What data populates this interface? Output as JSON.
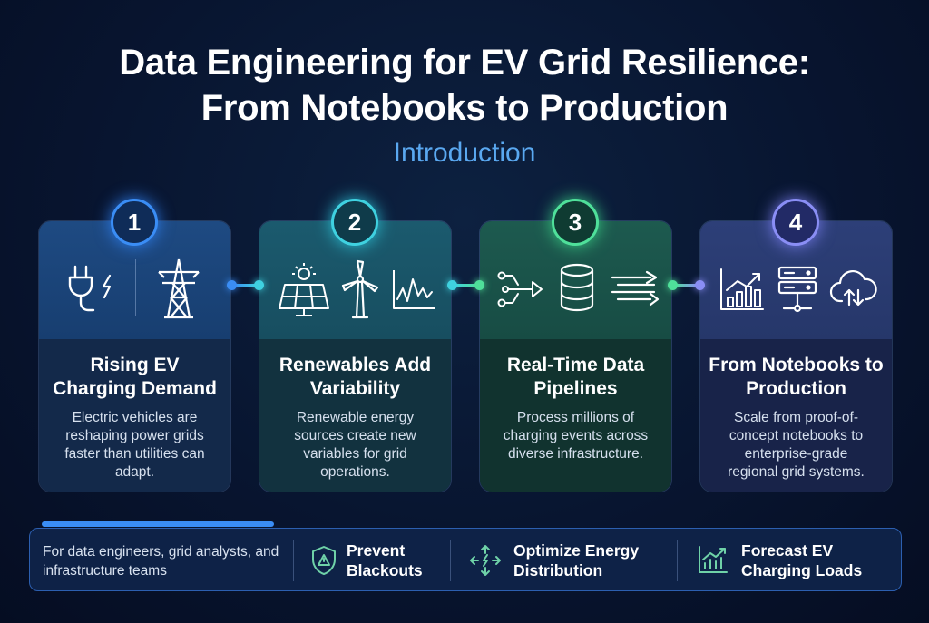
{
  "title_line1": "Data Engineering for EV Grid Resilience:",
  "title_line2": "From Notebooks to Production",
  "subtitle": "Introduction",
  "steps": [
    {
      "number": "1",
      "title": "Rising EV Charging Demand",
      "description": "Electric vehicles are reshaping power grids faster than utilities can adapt.",
      "accent": "#3a8df5"
    },
    {
      "number": "2",
      "title": "Renewables Add Variability",
      "description": "Renewable energy sources create new variables for grid operations.",
      "accent": "#3fd1e0"
    },
    {
      "number": "3",
      "title": "Real-Time Data Pipelines",
      "description": "Process millions of charging events across diverse infrastructure.",
      "accent": "#4fe09a"
    },
    {
      "number": "4",
      "title": "From Notebooks to Production",
      "description": "Scale from proof-of-concept notebooks to enterprise-grade regional grid systems.",
      "accent": "#8a8ef5"
    }
  ],
  "footer": {
    "audience": "For data engineers, grid analysts, and infrastructure teams",
    "items": [
      {
        "label": "Prevent Blackouts",
        "icon": "shield-alert-icon"
      },
      {
        "label": "Optimize Energy Distribution",
        "icon": "distribution-arrows-icon"
      },
      {
        "label": "Forecast EV Charging Loads",
        "icon": "growth-chart-icon"
      }
    ]
  }
}
